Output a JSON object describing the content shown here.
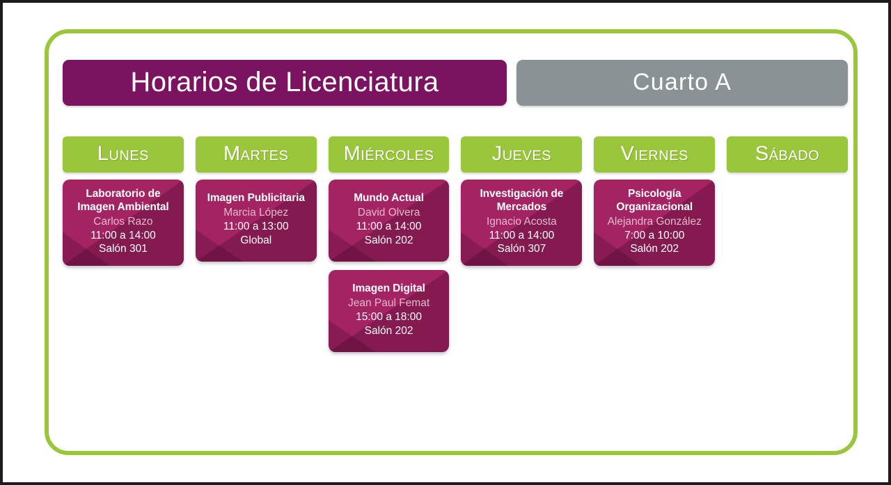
{
  "header": {
    "title": "Horarios de Licenciatura",
    "room": "Cuarto A"
  },
  "colors": {
    "title_purple": "#7B1361",
    "room_gray": "#8B9295",
    "day_green": "#9AC63B",
    "card_magenta": "#A32363",
    "card_shadow_magenta": "#7E1A4C",
    "teacher_text": "#E6B9CE",
    "frame_border": "#9AC63B",
    "page_background": "#FFFFFF",
    "outer_border": "#1C1C1C"
  },
  "days": [
    {
      "name": "Lunes",
      "classes": [
        {
          "title": "Laboratorio de Imagen Ambiental",
          "teacher": "Carlos Razo",
          "time": "11:00 a 14:00",
          "room": "Salón 301"
        }
      ]
    },
    {
      "name": "Martes",
      "classes": [
        {
          "title": "Imagen Publicitaria",
          "teacher": "Marcia López",
          "time": "11:00 a 13:00",
          "room": "Global"
        }
      ]
    },
    {
      "name": "Miércoles",
      "classes": [
        {
          "title": "Mundo Actual",
          "teacher": "David Olvera",
          "time": "11:00 a 14:00",
          "room": "Salón 202"
        },
        {
          "title": "Imagen Digital",
          "teacher": "Jean Paul Femat",
          "time": "15:00 a 18:00",
          "room": "Salón 202"
        }
      ]
    },
    {
      "name": "Jueves",
      "classes": [
        {
          "title": "Investigación de Mercados",
          "teacher": "Ignacio Acosta",
          "time": "11:00 a 14:00",
          "room": "Salón 307"
        }
      ]
    },
    {
      "name": "Viernes",
      "classes": [
        {
          "title": "Psicología Organizacional",
          "teacher": "Alejandra González",
          "time": "7:00 a 10:00",
          "room": "Salón 202"
        }
      ]
    },
    {
      "name": "Sábado",
      "classes": []
    }
  ]
}
